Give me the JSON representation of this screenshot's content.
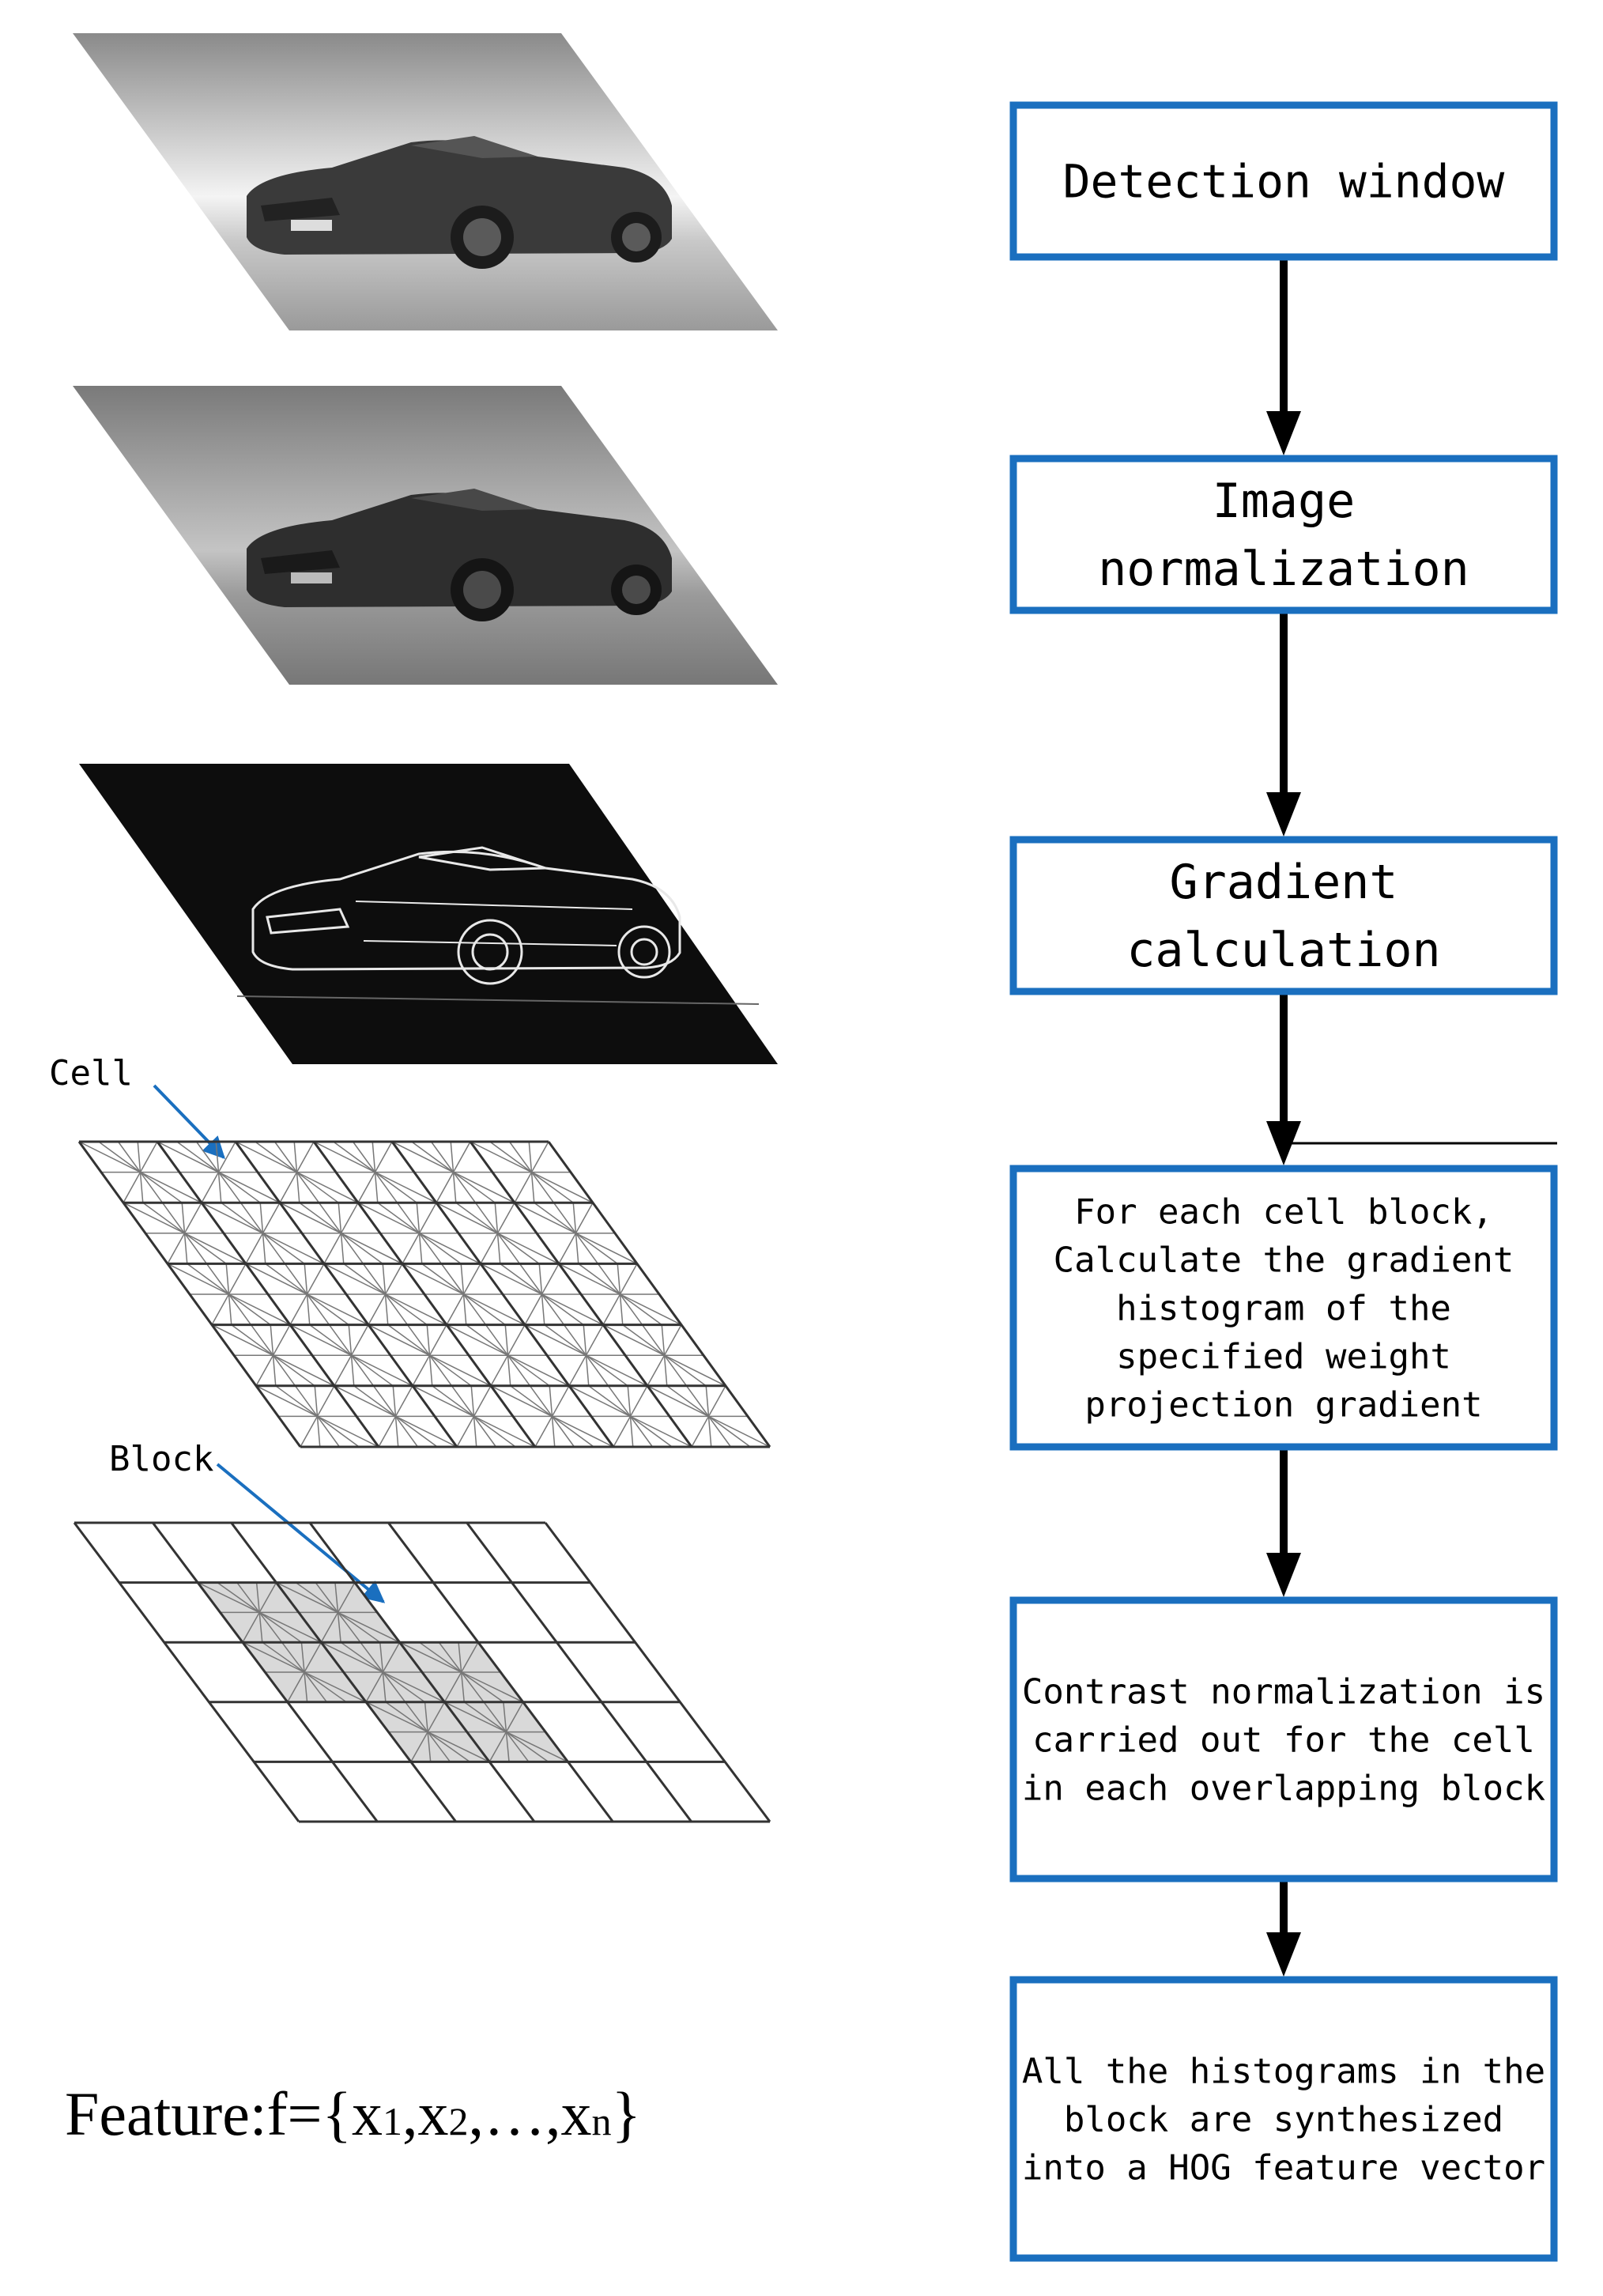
{
  "flow_steps": [
    {
      "lines": [
        "Detection window"
      ]
    },
    {
      "lines": [
        "Image",
        "normalization"
      ]
    },
    {
      "lines": [
        "Gradient",
        "calculation"
      ]
    },
    {
      "lines": [
        "For each cell block,",
        "Calculate the gradient",
        "histogram of the",
        "specified weight",
        "projection gradient"
      ]
    },
    {
      "lines": [
        "Contrast normalization is",
        "carried out for the cell",
        "in each overlapping block"
      ]
    },
    {
      "lines": [
        "All the histograms in the",
        "block are synthesized",
        "into a HOG feature vector"
      ]
    }
  ],
  "labels": {
    "cell": "Cell",
    "block": "Block"
  },
  "formula": {
    "prefix": "Feature:f={x",
    "sub1": "1",
    "mid1": ",x",
    "sub2": "2",
    "mid2": ",…,x",
    "subn": "n",
    "suffix": "}"
  },
  "colors": {
    "box_border": "#1a6fbf",
    "arrow": "#000000",
    "pointer": "#1a6fbf",
    "grid_line": "#333333",
    "block_fill": "#d9d9d9"
  }
}
